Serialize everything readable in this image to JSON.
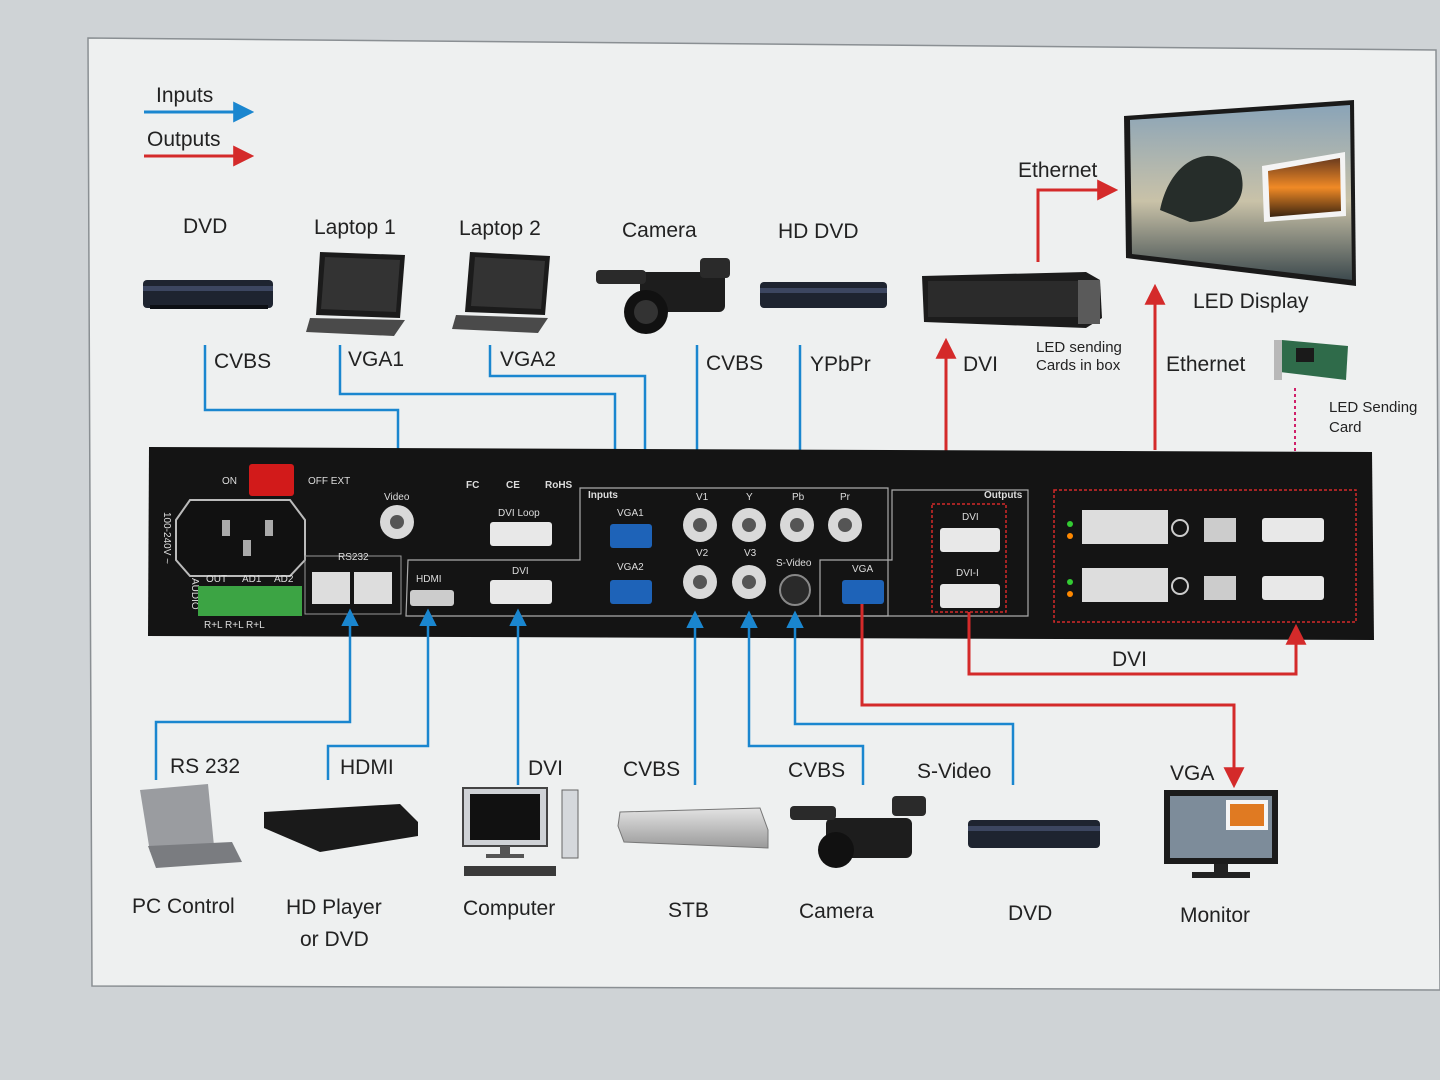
{
  "legend": {
    "inputs": "Inputs",
    "outputs": "Outputs"
  },
  "colors": {
    "input": "#1a86cf",
    "output": "#d42a2a",
    "panel": "#141414",
    "paper": "#eef0f0"
  },
  "top_devices": [
    {
      "name": "DVD",
      "signal": "CVBS"
    },
    {
      "name": "Laptop 1",
      "signal": "VGA1"
    },
    {
      "name": "Laptop 2",
      "signal": "VGA2"
    },
    {
      "name": "Camera",
      "signal": "CVBS"
    },
    {
      "name": "HD DVD",
      "signal": "YPbPr"
    }
  ],
  "outputs_top": {
    "ethernet_1": "Ethernet",
    "led_display": "LED Display",
    "dvi": "DVI",
    "sending_box": "LED sending\nCards in box",
    "ethernet_2": "Ethernet",
    "sending_card": "LED Sending\nCard"
  },
  "panel": {
    "on": "ON",
    "off_ext": "OFF EXT",
    "video": "Video",
    "rs232": "RS232",
    "audio": "AUDIO",
    "audio_ports": [
      "OUT",
      "AD1",
      "AD2"
    ],
    "audio_pins": "R+L R+L R+L",
    "dvi_loop": "DVI Loop",
    "hdmi": "HDMI",
    "dvi": "DVI",
    "inputs": "Inputs",
    "vga1": "VGA1",
    "vga2": "VGA2",
    "v1": "V1",
    "y": "Y",
    "pb": "Pb",
    "pr": "Pr",
    "v2": "V2",
    "v3": "V3",
    "svideo": "S-Video",
    "vga": "VGA",
    "outputs": "Outputs",
    "out_dvi": "DVI",
    "out_dvi_i": "DVI-I",
    "fc": "FC",
    "ce": "CE",
    "rohs": "RoHS",
    "voltage": "100-240V ~"
  },
  "bottom_dvi": "DVI",
  "bottom_devices": [
    {
      "name": "PC Control",
      "signal": "RS 232"
    },
    {
      "name": "HD Player\nor DVD",
      "signal": "HDMI"
    },
    {
      "name": "Computer",
      "signal": "DVI"
    },
    {
      "name": "STB",
      "signal": "CVBS"
    },
    {
      "name": "Camera",
      "signal": "CVBS"
    },
    {
      "name": "DVD",
      "signal": "S-Video"
    },
    {
      "name": "Monitor",
      "signal": "VGA"
    }
  ],
  "icons": [
    "dvd-player-icon",
    "laptop-icon",
    "camcorder-icon",
    "led-wall-icon",
    "rack-box-icon",
    "pci-card-icon",
    "computer-icon",
    "set-top-box-icon",
    "monitor-icon"
  ]
}
